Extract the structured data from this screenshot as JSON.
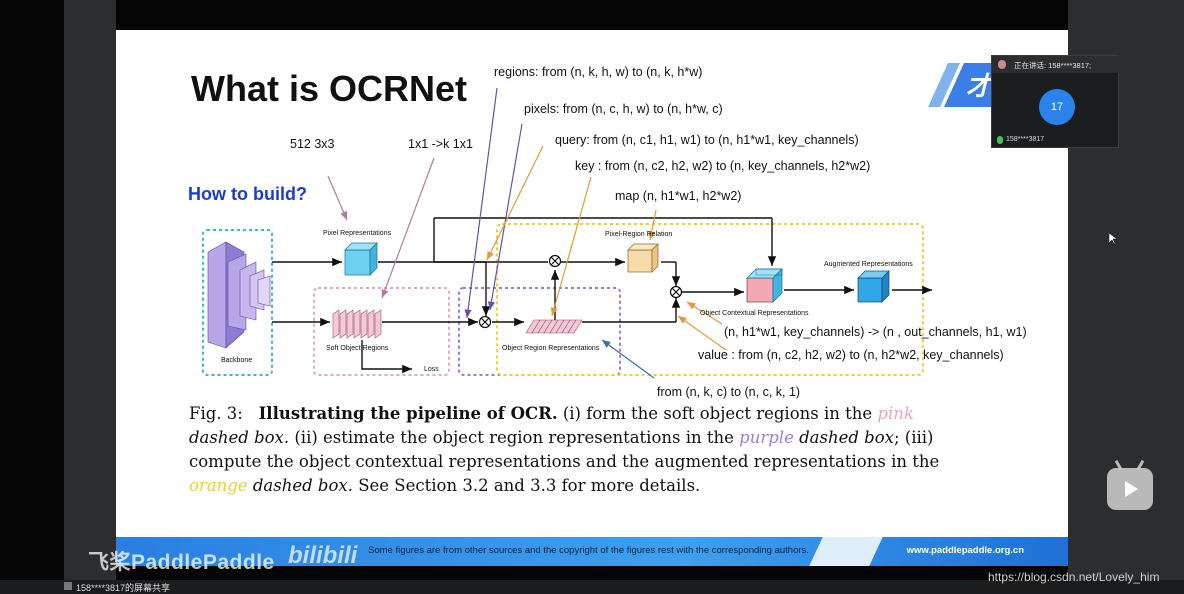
{
  "slide": {
    "title": "What is OCRNet",
    "subtitle": "How to build?",
    "annotations": {
      "regions": "regions: from (n, k, h, w) to (n, k, h*w)",
      "pixels": "pixels: from (n, c, h, w) to (n, h*w, c)",
      "conv512": "512 3x3",
      "conv1x1": "1x1 ->k 1x1",
      "query": "query: from (n, c1, h1, w1) to (n, h1*w1, key_channels)",
      "key": "key : from (n, c2, h2, w2) to (n, key_channels, h2*w2)",
      "map": "map (n, h1*w1, h2*w2)",
      "ocr_out": "(n, h1*w1, key_channels) -> (n , out_channels, h1, w1)",
      "value": "value : from (n, c2, h2, w2) to (n, h2*w2, key_channels)",
      "from_nkc": "from (n, k, c) to (n, c, k, 1)"
    },
    "figure_labels": {
      "pixel_repr": "Pixel Representations",
      "pixel_region_relation": "Pixel-Region Relation",
      "augmented_repr": "Augmented Representations",
      "backbone": "Backbone",
      "soft_object_regions": "Soft Object Regions",
      "loss": "Loss",
      "object_region_repr": "Object Region Representations",
      "object_contextual_repr": "Object Contextual Representations"
    },
    "caption": {
      "fig_label": "Fig. 3:",
      "bold_title": "Illustrating the pipeline of OCR.",
      "part1": " (i) form the soft object regions in the ",
      "pink_word": "pink",
      "part2": " dashed box.",
      "part3": " (ii) estimate the object region representations in the ",
      "purple_word": "purple",
      "part4": " dashed box",
      "part5": "; (iii) compute the object contextual representations and the augmented representations in the ",
      "orange_word": "orange",
      "part6": " dashed box.",
      "part7": " See Section 3.2 and 3.3 for more details."
    },
    "footer": {
      "note": "Some figures are from other sources and the copyright of the figures rest with the corresponding authors.",
      "url": "www.paddlepaddle.org.cn"
    },
    "colors": {
      "title_blue": "#1a3bd6",
      "pink_box": "#e3a6c6",
      "purple_box": "#9b7ed6",
      "orange_box": "#e9cf38",
      "teal_box": "#3bb7c8",
      "footer_blue": "#2a7fe0"
    }
  },
  "overlay": {
    "video_panel": {
      "speaking_label": "正在讲话: 158****3817;",
      "avatar_text": "17",
      "participant_label": "158****3817"
    },
    "watermark_brand": "飞桨PaddlePaddle",
    "watermark_site": "bilibili",
    "screen_share_label": "158****3817的屏幕共享",
    "csdn_credit": "https://blog.csdn.net/Lovely_him",
    "play_icon": "bilibili-play-icon"
  }
}
